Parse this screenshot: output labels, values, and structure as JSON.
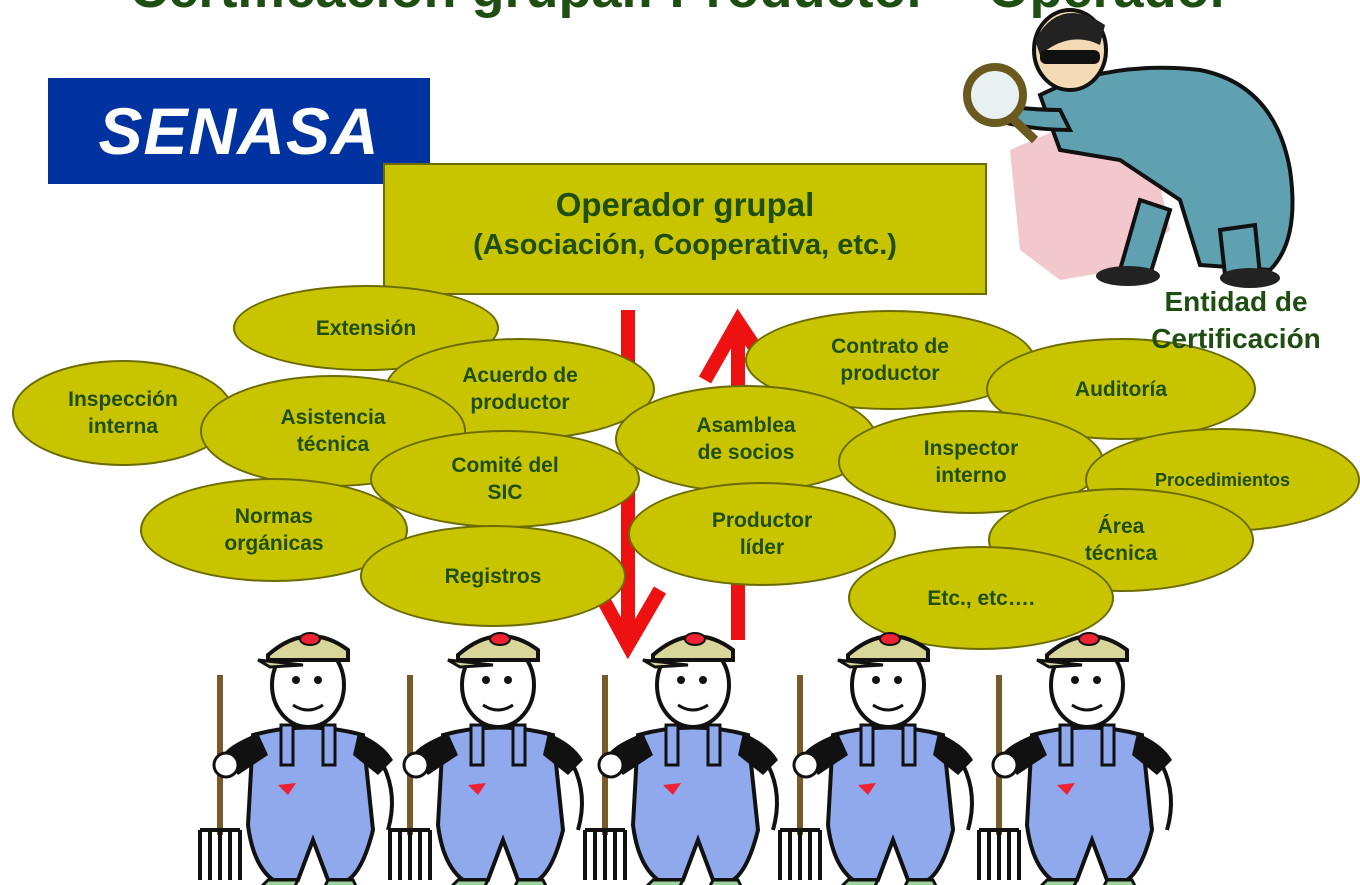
{
  "title": "Certificación grupal: Productor – Operador",
  "logo_text": "SENASA",
  "operator_box": {
    "line1": "Operador grupal",
    "line2": "(Asociación, Cooperativa, etc.)"
  },
  "certifier_label": "Entidad de\nCertificación",
  "ovals": [
    "Extensión",
    "Inspección\ninterna",
    "Acuerdo de\nproductor",
    "Asistencia\ntécnica",
    "Comité del\nSIC",
    "Normas\norgánicas",
    "Registros",
    "Contrato de\nproductor",
    "Asamblea\nde socios",
    "Productor\nlíder",
    "Auditoría",
    "Inspector\ninterno",
    "Procedimientos",
    "Área\ntécnica",
    "Etc., etc…."
  ],
  "arrows": {
    "down": "operator-to-farmers",
    "up": "farmers-to-operator",
    "color": "#ee1111"
  },
  "colors": {
    "box_fill": "#c8c400",
    "text_green": "#1f4e12",
    "logo_blue": "#0033a0"
  },
  "figures": {
    "farmer_count": 5,
    "inspector_icon": "inspector-with-magnifier"
  }
}
